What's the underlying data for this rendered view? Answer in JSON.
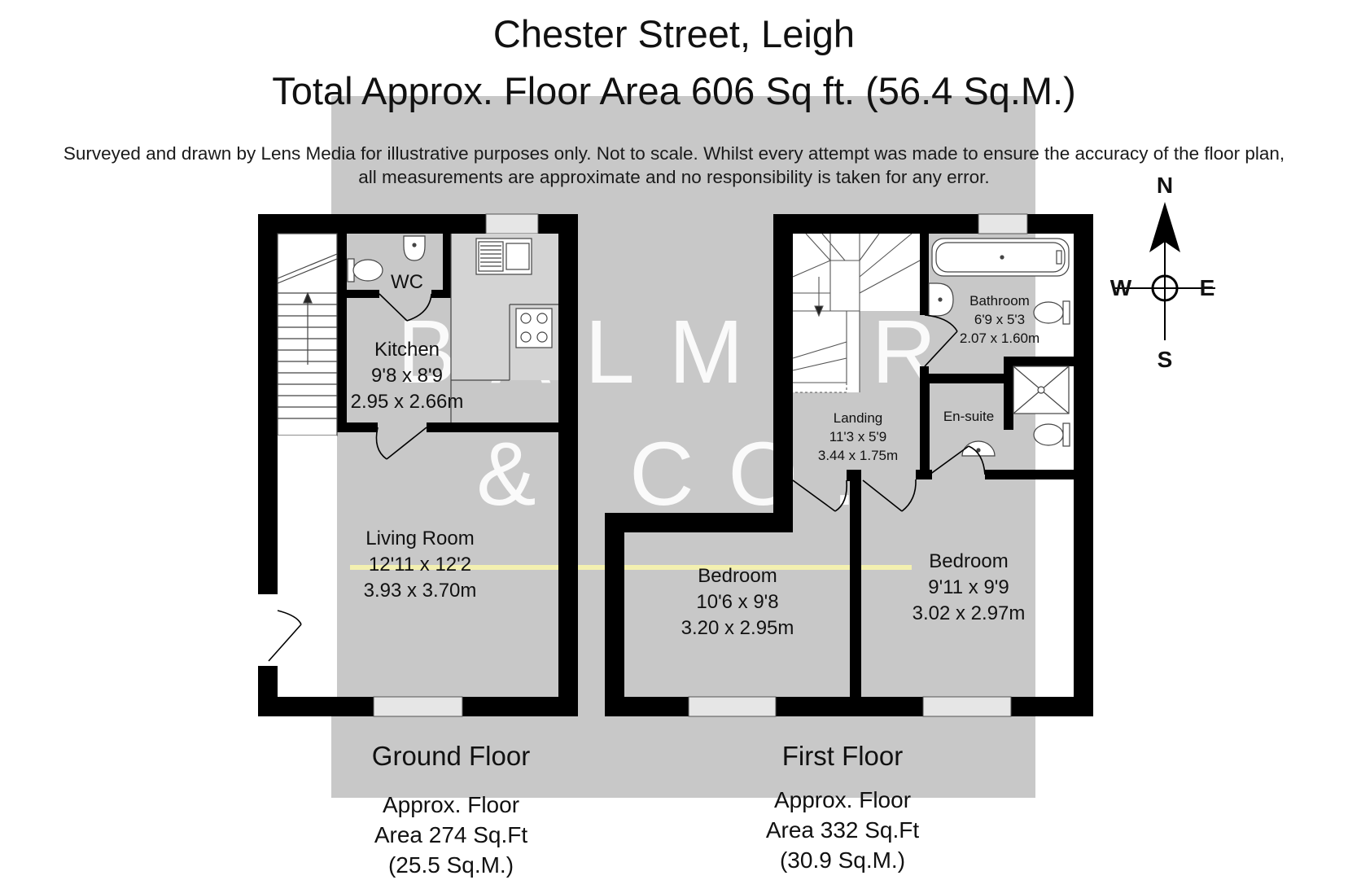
{
  "header": {
    "title": "Chester Street, Leigh",
    "total_area": "Total Approx. Floor Area 606 Sq ft. (56.4 Sq.M.)",
    "disclaimer_line1": "Surveyed and drawn by Lens Media for illustrative purposes only. Not to scale. Whilst every attempt was made to ensure the accuracy of the floor plan,",
    "disclaimer_line2": "all measurements are approximate and no responsibility is taken for any error."
  },
  "watermark": {
    "line1": "BALMER",
    "line2": "& CO."
  },
  "compass": {
    "north": "N",
    "south": "S",
    "east": "E",
    "west": "W"
  },
  "ground_floor": {
    "label": "Ground Floor",
    "area_line1": "Approx. Floor",
    "area_line2": "Area 274 Sq.Ft",
    "area_line3": "(25.5 Sq.M.)",
    "rooms": {
      "wc": {
        "name": "WC"
      },
      "kitchen": {
        "name": "Kitchen",
        "imperial": "9'8 x 8'9",
        "metric": "2.95 x 2.66m"
      },
      "living": {
        "name": "Living Room",
        "imperial": "12'11 x 12'2",
        "metric": "3.93 x 3.70m"
      }
    }
  },
  "first_floor": {
    "label": "First Floor",
    "area_line1": "Approx. Floor",
    "area_line2": "Area 332 Sq.Ft",
    "area_line3": "(30.9 Sq.M.)",
    "rooms": {
      "bathroom": {
        "name": "Bathroom",
        "imperial": "6'9 x 5'3",
        "metric": "2.07 x 1.60m"
      },
      "landing": {
        "name": "Landing",
        "imperial": "11'3 x 5'9",
        "metric": "3.44 x 1.75m"
      },
      "ensuite": {
        "name": "En-suite"
      },
      "bedroom1": {
        "name": "Bedroom",
        "imperial": "10'6 x 9'8",
        "metric": "3.20 x 2.95m"
      },
      "bedroom2": {
        "name": "Bedroom",
        "imperial": "9'11 x 9'9",
        "metric": "3.02 x 2.97m"
      }
    }
  },
  "colors": {
    "wall": "#000000",
    "watermark_box": "#c8c8c8",
    "watermark_text": "#ffffff",
    "window": "#e6e6e6",
    "highlight_line": "#f3f0b0"
  }
}
